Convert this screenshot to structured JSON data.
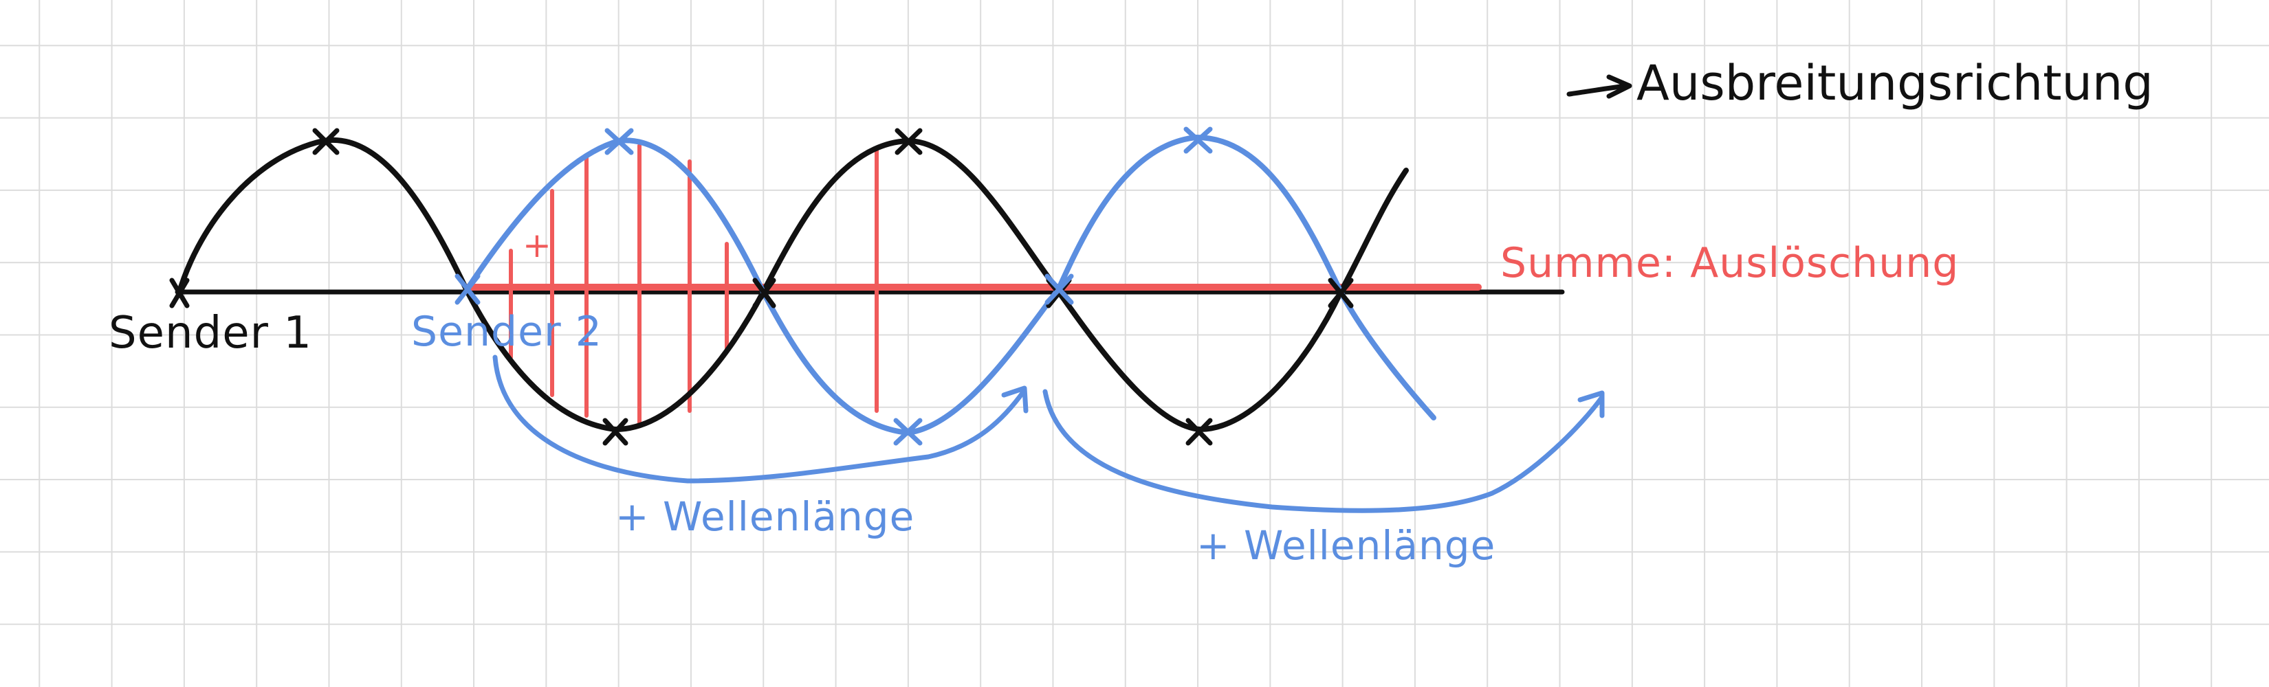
{
  "colors": {
    "sender1": "#111111",
    "sender2": "#5b8ee0",
    "sum": "#f05a5a",
    "grid": "#dcdcdc"
  },
  "labels": {
    "direction": "Ausbreitungsrichtung",
    "sender1": "Sender 1",
    "sender2": "Sender 2",
    "sum": "Summe: Auslöschung",
    "wavelength_1": "+ Wellenlänge",
    "wavelength_2": "+ Wellenlänge",
    "plus_sign": "+"
  }
}
